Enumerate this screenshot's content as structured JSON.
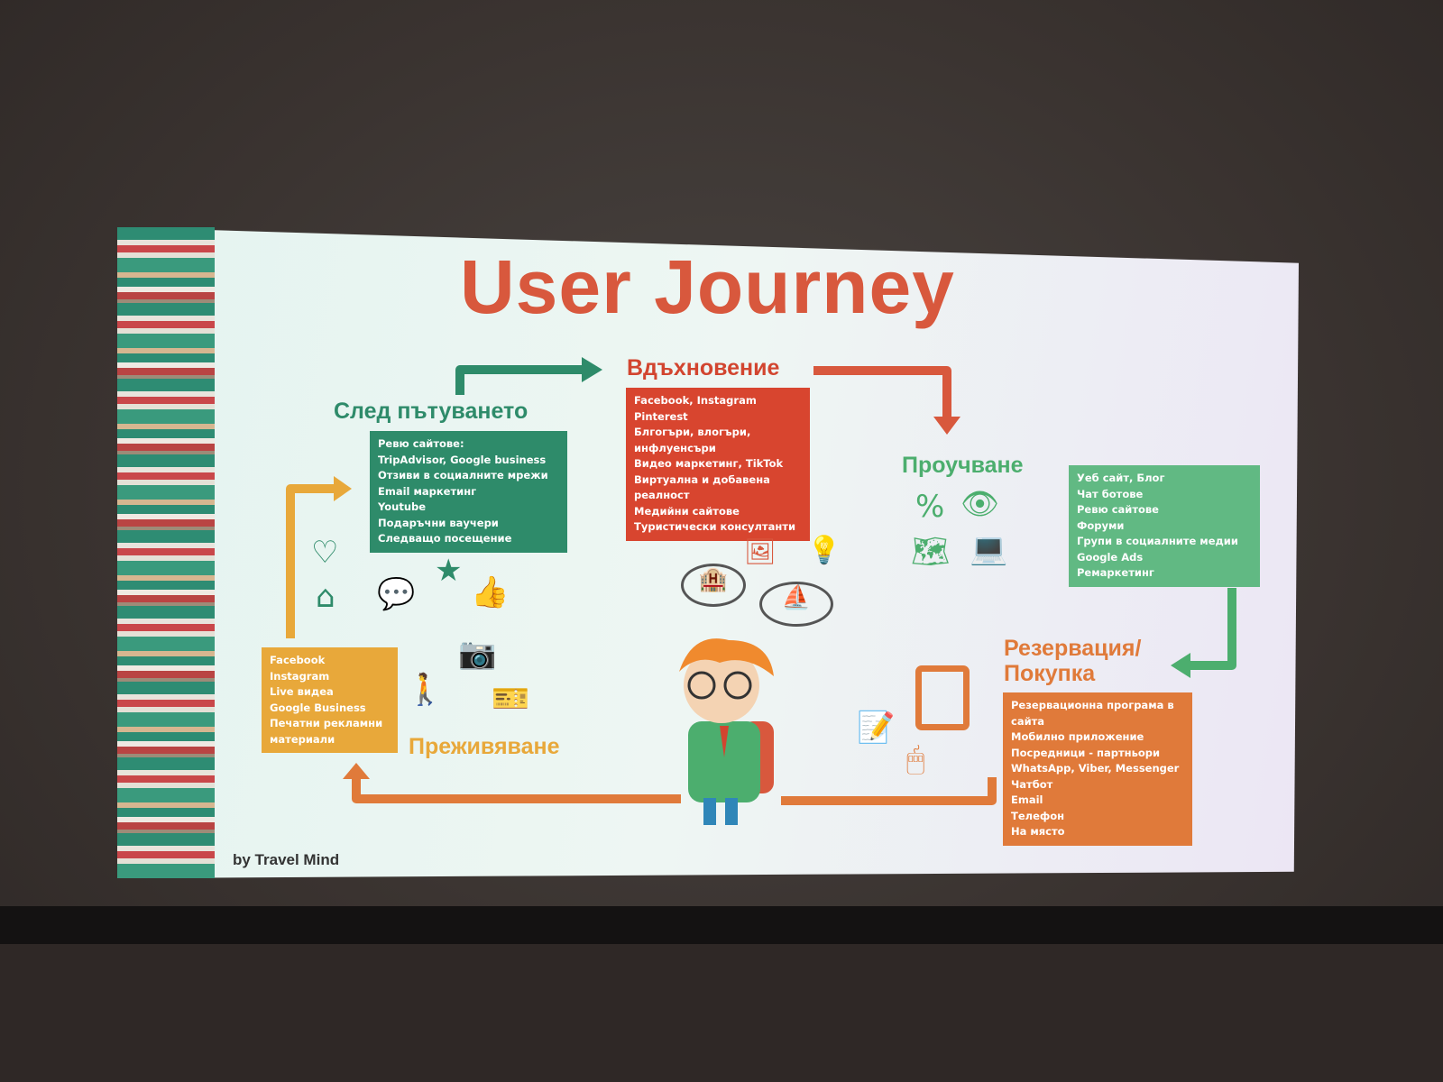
{
  "title": "User Journey",
  "credit": "by Travel Mind",
  "colors": {
    "red": "#d2452f",
    "green": "#4cae6e",
    "teal": "#2e8b6a",
    "orange": "#e07a3a",
    "yellow": "#e8a83a",
    "title": "#d8583d"
  },
  "stages": {
    "inspiration": {
      "label": "Вдъхновение",
      "items": [
        "Facebook, Instagram",
        "Pinterest",
        "Блгогъри, влогъри, инфлуенсъри",
        "Видео маркетинг, TikTok",
        "Виртуална и добавена реалност",
        "Медийни сайтове",
        "Туристически консултанти"
      ]
    },
    "research": {
      "label": "Проучване",
      "items": [
        "Уеб сайт, Блог",
        "Чат ботове",
        "Ревю сайтове",
        "Форуми",
        "Групи в социалните медии",
        "Google Ads",
        "Ремаркетинг"
      ]
    },
    "booking": {
      "label": "Резервация/ Покупка",
      "items": [
        "Резервационна програма в сайта",
        "Мобилно приложение",
        "Посредници - партньори",
        "WhatsApp, Viber, Messenger",
        "Чатбот",
        "Email",
        "Телефон",
        "На място"
      ]
    },
    "experience": {
      "label": "Преживяване",
      "items": [
        "Facebook",
        "Instagram",
        "Live видеа",
        "Google Business",
        "Печатни рекламни материали"
      ]
    },
    "after": {
      "label": "След пътуването",
      "items": [
        "Ревю сайтове:",
        "TripAdvisor, Google business",
        "Отзиви в социалните мрежи",
        "Email маркетинг",
        "Youtube",
        "Подаръчни ваучери",
        "Следващо посещение"
      ]
    }
  }
}
